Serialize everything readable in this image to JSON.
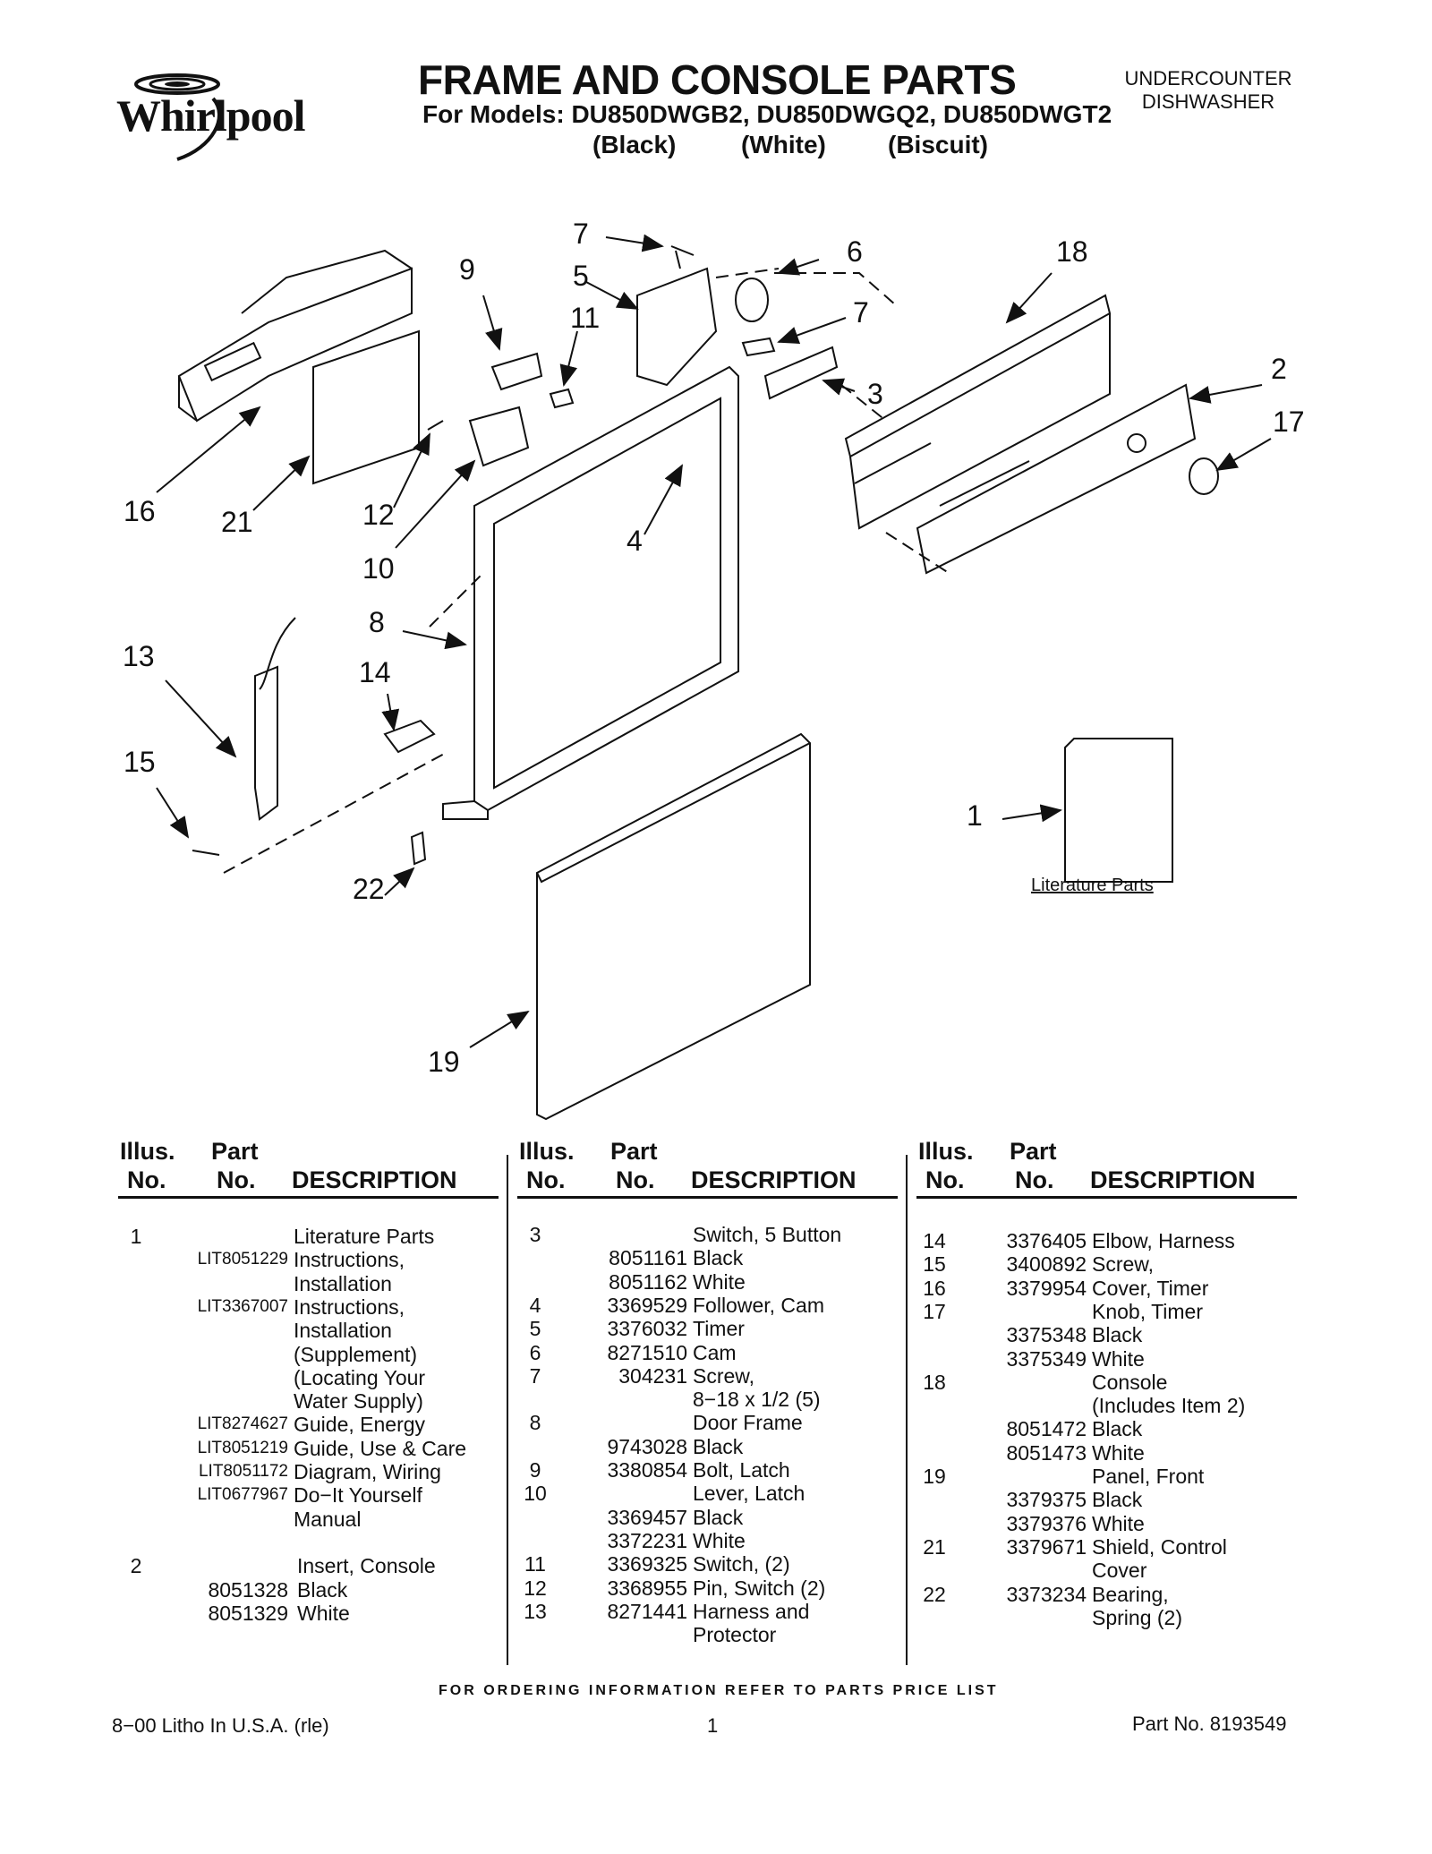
{
  "brand": "Whirlpool",
  "header": {
    "title": "FRAME AND CONSOLE PARTS",
    "models_line": "For Models: DU850DWGB2, DU850DWGQ2, DU850DWGT2",
    "colors": [
      "(Black)",
      "(White)",
      "(Biscuit)"
    ],
    "product_type_line1": "UNDERCOUNTER",
    "product_type_line2": "DISHWASHER"
  },
  "diagram": {
    "callouts": [
      "7",
      "9",
      "5",
      "11",
      "6",
      "18",
      "7",
      "2",
      "17",
      "3",
      "16",
      "21",
      "12",
      "4",
      "10",
      "8",
      "13",
      "14",
      "15",
      "1",
      "22",
      "19"
    ],
    "literature_label": "Literature Parts"
  },
  "table": {
    "headers": {
      "illus_1": "Illus.",
      "illus_2": "No.",
      "part_1": "Part",
      "part_2": "No.",
      "description": "DESCRIPTION"
    },
    "columns": [
      [
        {
          "illus": "1",
          "part": "",
          "desc": "Literature Parts"
        },
        {
          "illus": "",
          "part": "LIT8051229",
          "desc": "Instructions,"
        },
        {
          "illus": "",
          "part": "",
          "desc": "Installation"
        },
        {
          "illus": "",
          "part": "LIT3367007",
          "desc": "Instructions,"
        },
        {
          "illus": "",
          "part": "",
          "desc": "Installation"
        },
        {
          "illus": "",
          "part": "",
          "desc": "(Supplement)"
        },
        {
          "illus": "",
          "part": "",
          "desc": "(Locating Your"
        },
        {
          "illus": "",
          "part": "",
          "desc": "Water Supply)"
        },
        {
          "illus": "",
          "part": "LIT8274627",
          "desc": "Guide, Energy"
        },
        {
          "illus": "",
          "part": "LIT8051219",
          "desc": "Guide, Use & Care"
        },
        {
          "illus": "",
          "part": "LIT8051172",
          "desc": "Diagram, Wiring"
        },
        {
          "illus": "",
          "part": "LIT0677967",
          "desc": "Do−It Yourself"
        },
        {
          "illus": "",
          "part": "",
          "desc": "Manual"
        },
        {
          "illus": "",
          "part": "",
          "desc": ""
        },
        {
          "illus": "2",
          "part": "",
          "desc": "Insert, Console"
        },
        {
          "illus": "",
          "part": "8051328",
          "desc": "Black"
        },
        {
          "illus": "",
          "part": "8051329",
          "desc": "White"
        }
      ],
      [
        {
          "illus": "3",
          "part": "",
          "desc": "Switch, 5 Button"
        },
        {
          "illus": "",
          "part": "8051161",
          "desc": "Black"
        },
        {
          "illus": "",
          "part": "8051162",
          "desc": "White"
        },
        {
          "illus": "4",
          "part": "3369529",
          "desc": "Follower, Cam"
        },
        {
          "illus": "5",
          "part": "3376032",
          "desc": "Timer"
        },
        {
          "illus": "6",
          "part": "8271510",
          "desc": "Cam"
        },
        {
          "illus": "7",
          "part": "304231",
          "desc": "Screw,"
        },
        {
          "illus": "",
          "part": "",
          "desc": "8−18 x 1/2 (5)"
        },
        {
          "illus": "8",
          "part": "",
          "desc": "Door Frame"
        },
        {
          "illus": "",
          "part": "9743028",
          "desc": "Black"
        },
        {
          "illus": "9",
          "part": "3380854",
          "desc": "Bolt, Latch"
        },
        {
          "illus": "10",
          "part": "",
          "desc": "Lever, Latch"
        },
        {
          "illus": "",
          "part": "3369457",
          "desc": "Black"
        },
        {
          "illus": "",
          "part": "3372231",
          "desc": "White"
        },
        {
          "illus": "11",
          "part": "3369325",
          "desc": "Switch, (2)"
        },
        {
          "illus": "12",
          "part": "3368955",
          "desc": "Pin, Switch (2)"
        },
        {
          "illus": "13",
          "part": "8271441",
          "desc": "Harness and"
        },
        {
          "illus": "",
          "part": "",
          "desc": "Protector"
        }
      ],
      [
        {
          "illus": "14",
          "part": "3376405",
          "desc": "Elbow, Harness"
        },
        {
          "illus": "15",
          "part": "3400892",
          "desc": "Screw,"
        },
        {
          "illus": "16",
          "part": "3379954",
          "desc": "Cover, Timer"
        },
        {
          "illus": "17",
          "part": "",
          "desc": "Knob, Timer"
        },
        {
          "illus": "",
          "part": "3375348",
          "desc": "Black"
        },
        {
          "illus": "",
          "part": "3375349",
          "desc": "White"
        },
        {
          "illus": "18",
          "part": "",
          "desc": "Console"
        },
        {
          "illus": "",
          "part": "",
          "desc": "(Includes Item 2)"
        },
        {
          "illus": "",
          "part": "8051472",
          "desc": "Black"
        },
        {
          "illus": "",
          "part": "8051473",
          "desc": "White"
        },
        {
          "illus": "19",
          "part": "",
          "desc": "Panel, Front"
        },
        {
          "illus": "",
          "part": "3379375",
          "desc": "Black"
        },
        {
          "illus": "",
          "part": "3379376",
          "desc": "White"
        },
        {
          "illus": "21",
          "part": "3379671",
          "desc": "Shield, Control"
        },
        {
          "illus": "",
          "part": "",
          "desc": "Cover"
        },
        {
          "illus": "22",
          "part": "3373234",
          "desc": "Bearing,"
        },
        {
          "illus": "",
          "part": "",
          "desc": "Spring (2)"
        }
      ]
    ]
  },
  "footer": {
    "ordering_note": "FOR ORDERING INFORMATION REFER TO PARTS PRICE LIST",
    "litho": "8−00 Litho In U.S.A. (rle)",
    "page": "1",
    "part_no": "Part No. 8193549"
  }
}
